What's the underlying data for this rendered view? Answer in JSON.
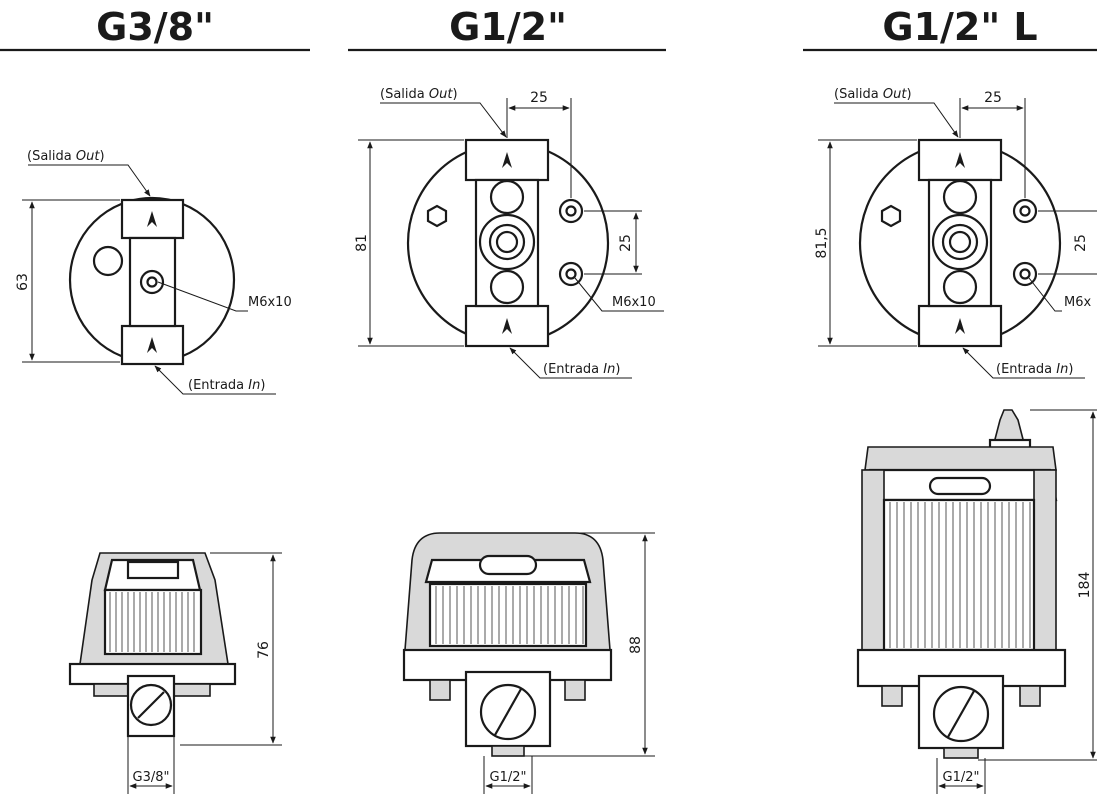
{
  "columns": [
    {
      "title": "G3/8\"",
      "label_out": "(Salida ",
      "label_out_i": "Out",
      "label_out_end": ")",
      "label_in": "(Entrada ",
      "label_in_i": "In",
      "label_in_end": ")",
      "top_height": "63",
      "bolt": "M6x10",
      "side_height": "76",
      "thread": "G3/8\""
    },
    {
      "title": "G1/2\"",
      "label_out": "(Salida ",
      "label_out_i": "Out",
      "label_out_end": ")",
      "label_in": "(Entrada ",
      "label_in_i": "In",
      "label_in_end": ")",
      "top_height": "81",
      "offset_h": "25",
      "offset_v": "25",
      "bolt": "M6x10",
      "side_height": "88",
      "thread": "G1/2\""
    },
    {
      "title": "G1/2\" L",
      "label_out": "(Salida ",
      "label_out_i": "Out",
      "label_out_end": ")",
      "label_in": "(Entrada ",
      "label_in_i": "In",
      "label_in_end": ")",
      "top_height": "81,5",
      "offset_h": "25",
      "offset_v": "25",
      "bolt": "M6x",
      "side_height": "184",
      "thread": "G1/2\""
    }
  ],
  "colors": {
    "line": "#1a1a1a",
    "fill_gray": "#d9d9d9",
    "background": "#ffffff"
  }
}
